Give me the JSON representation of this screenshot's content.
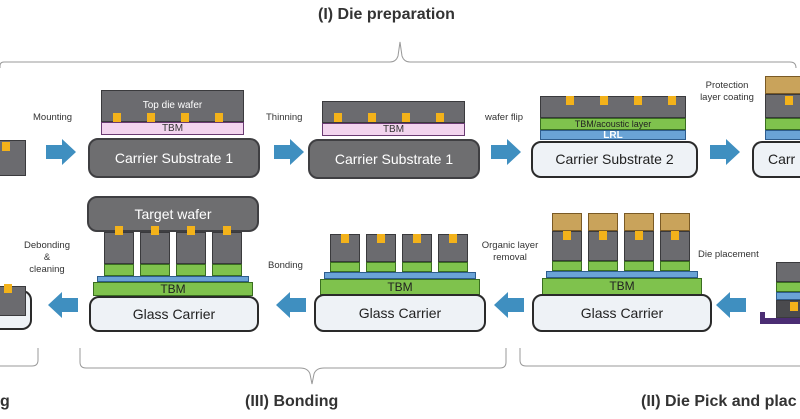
{
  "sections": {
    "die_preparation": "(I) Die preparation",
    "bonding": "(III) Bonding",
    "die_pick_and_place": "(II) Die Pick and plac",
    "left_partial": "g"
  },
  "steps": {
    "mounting": "Mounting",
    "thinning": "Thinning",
    "wafer_flip": "wafer flip",
    "protection_line1": "Protection",
    "protection_line2": "layer coating",
    "debonding_line1": "Debonding",
    "debonding_line2": "&",
    "debonding_line3": "cleaning",
    "bonding": "Bonding",
    "organic_line1": "Organic layer",
    "organic_line2": "removal",
    "die_placement": "Die placement"
  },
  "layers": {
    "top_die_wafer": "Top die wafer",
    "tbm": "TBM",
    "tbm_acoustic": "TBM/acoustic layer",
    "lrl": "LRL",
    "target_wafer": "Target wafer"
  },
  "substrates": {
    "carrier1": "Carrier Substrate 1",
    "carrier2": "Carrier Substrate 2",
    "carrier_partial": "Carr",
    "glass_carrier": "Glass Carrier"
  },
  "colors": {
    "arrow": "#3f8fc0",
    "pad": "#f3b21a",
    "tbm_green": "#7fc24d",
    "tbm_pink": "#f2d4ee",
    "lrl_blue": "#6aa3d6"
  }
}
